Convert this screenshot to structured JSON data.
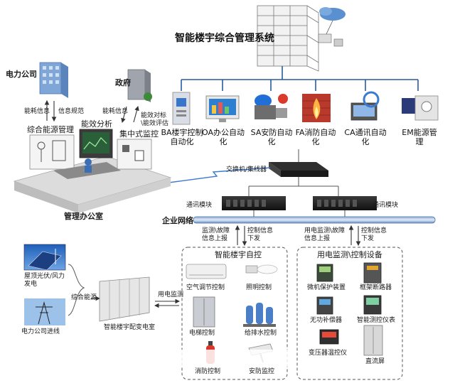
{
  "title": "智能楼宇综合管理系统",
  "top_systems": [
    {
      "label": "BA楼宇控制自动化"
    },
    {
      "label": "OA办公自动化"
    },
    {
      "label": "SA安防自动化"
    },
    {
      "label": "FA消防自动化"
    },
    {
      "label": "CA通讯自动化"
    },
    {
      "label": "EM能源管理"
    }
  ],
  "left": {
    "power_company": "电力公司",
    "energy_info": "能耗信息",
    "info_spec": "信息规范",
    "government": "政府",
    "gov_energy_info": "能耗信息",
    "compare_eval": "能效对标\\能效评估",
    "integrated_energy": "综合能源管理",
    "efficiency_analysis": "能效分析",
    "central_monitor": "集中式监控",
    "mgmt_office": "管理办公室"
  },
  "network": {
    "switch": "交换机/集线器",
    "comm_module_1": "通讯模块",
    "comm_module_2": "通讯模块",
    "enterprise_network": "企业网络",
    "monitor_up": "监测\\故障信息上报",
    "control_down_1": "控制信息下发",
    "power_monitor_up": "用电监测\\故障信息上报",
    "control_down_2": "控制信息下发"
  },
  "smart_control": {
    "title": "智能楼宇自控",
    "items": [
      "空气调节控制",
      "照明控制",
      "电梯控制",
      "给排水控制",
      "消防控制",
      "安防监控"
    ]
  },
  "power_devices": {
    "title": "用电监测\\控制设备",
    "items": [
      "微机保护装置",
      "框架断路器",
      "无功补偿器",
      "智能测控仪表",
      "变压器温控仪",
      "直流屏"
    ]
  },
  "power_room": {
    "rooftop": "屋顶光伏/风力发电",
    "utility_line": "电力公司进线",
    "integrated_energy": "综合能源",
    "substation": "智能楼宇配变电室",
    "power_monitor": "用电监测"
  }
}
